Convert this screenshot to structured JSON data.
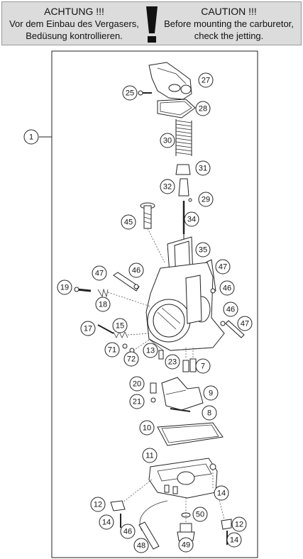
{
  "warning": {
    "de_heading": "ACHTUNG !!!",
    "de_line1": "Vor dem Einbau des Vergasers,",
    "de_line2": "Bedüsung kontrollieren.",
    "en_heading": "CAUTION !!!",
    "en_line1": "Before mounting the carburetor,",
    "en_line2": "check the jetting.",
    "symbol": "exclamation-icon"
  },
  "callouts": [
    "1",
    "27",
    "25",
    "28",
    "30",
    "31",
    "32",
    "29",
    "34",
    "45",
    "35",
    "47",
    "46",
    "47",
    "46",
    "19",
    "18",
    "46",
    "47",
    "17",
    "15",
    "71",
    "72",
    "13",
    "23",
    "7",
    "20",
    "9",
    "21",
    "8",
    "10",
    "11",
    "14",
    "12",
    "14",
    "50",
    "12",
    "46",
    "49",
    "14",
    "48"
  ],
  "colors": {
    "banner": "#dcdcdc",
    "ink": "#222222"
  }
}
